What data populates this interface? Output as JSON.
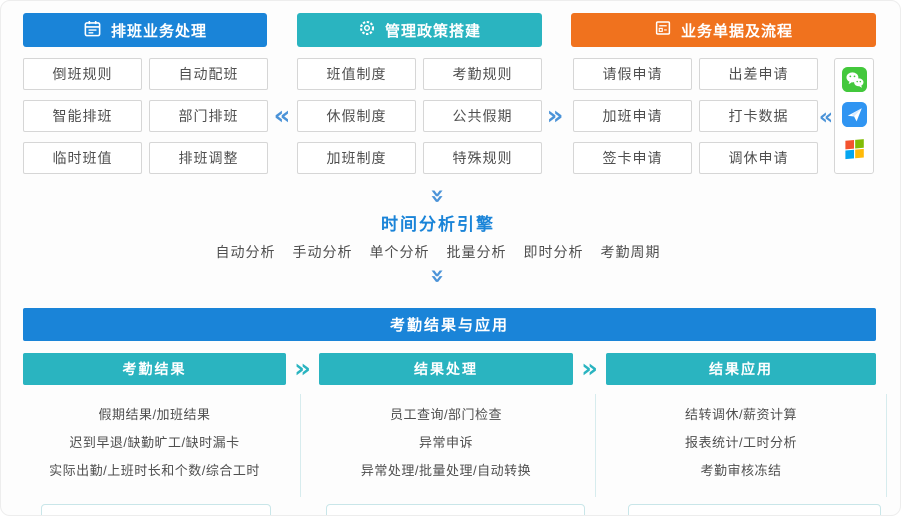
{
  "colors": {
    "blue": "#1a84d8",
    "teal": "#2ab4c0",
    "orange": "#f0721e",
    "chevron_blue": "#4b93d8"
  },
  "icons": {
    "chevron_left": "«",
    "chevron_right": "»",
    "chevron_down": "»"
  },
  "top_sections": [
    {
      "title": "排班业务处理",
      "icon": "calendar-icon",
      "rows": [
        [
          "倒班规则",
          "自动配班"
        ],
        [
          "智能排班",
          "部门排班"
        ],
        [
          "临时班值",
          "排班调整"
        ]
      ]
    },
    {
      "title": "管理政策搭建",
      "icon": "gear-icon",
      "rows": [
        [
          "班值制度",
          "考勤规则"
        ],
        [
          "休假制度",
          "公共假期"
        ],
        [
          "加班制度",
          "特殊规则"
        ]
      ]
    },
    {
      "title": "业务单据及流程",
      "icon": "form-icon",
      "rows": [
        [
          "请假申请",
          "出差申请"
        ],
        [
          "加班申请",
          "打卡数据"
        ],
        [
          "签卡申请",
          "调休申请"
        ]
      ]
    }
  ],
  "channel_icons": [
    "wechat-icon",
    "send-app-icon",
    "windows-icon"
  ],
  "engine": {
    "title": "时间分析引擎",
    "modes": [
      "自动分析",
      "手动分析",
      "单个分析",
      "批量分析",
      "即时分析",
      "考勤周期"
    ]
  },
  "banner": {
    "title": "考勤结果与应用"
  },
  "bottom_sections": [
    {
      "title": "考勤结果",
      "items": [
        "假期结果/加班结果",
        "迟到早退/缺勤旷工/缺时漏卡",
        "实际出勤/上班时长和个数/综合工时"
      ]
    },
    {
      "title": "结果处理",
      "items": [
        "员工查询/部门检查",
        "异常申诉",
        "异常处理/批量处理/自动转换"
      ]
    },
    {
      "title": "结果应用",
      "items": [
        "结转调休/薪资计算",
        "报表统计/工时分析",
        "考勤审核冻结"
      ]
    }
  ]
}
